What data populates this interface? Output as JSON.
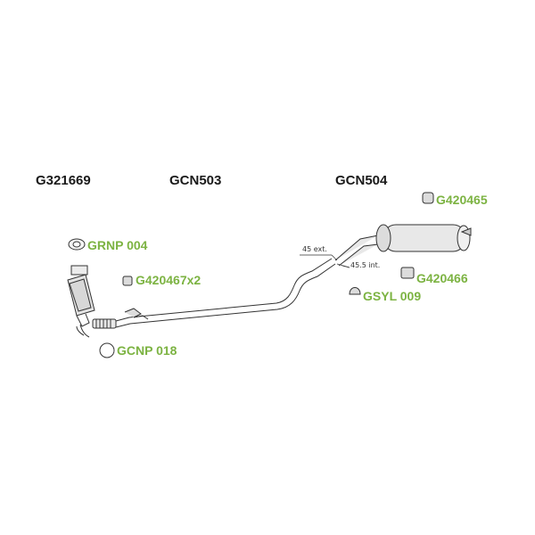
{
  "colors": {
    "part_label": "#1a1a1a",
    "accessory_label": "#7cb342",
    "line_art": "#333333",
    "fill": "#e8e8e8"
  },
  "part_numbers": {
    "front_pipe": "G321669",
    "middle_pipe": "GCN503",
    "rear_silencer": "GCN504"
  },
  "accessories": {
    "hanger_rear": "G420465",
    "gasket_front": "GRNP 004",
    "hanger_middle": "G420467x2",
    "hanger_rear_low": "G420466",
    "clamp": "GSYL 009",
    "ring_gasket": "GCNP 018"
  },
  "dimensions": {
    "outer": "45 ext.",
    "inner": "45.5 int."
  }
}
